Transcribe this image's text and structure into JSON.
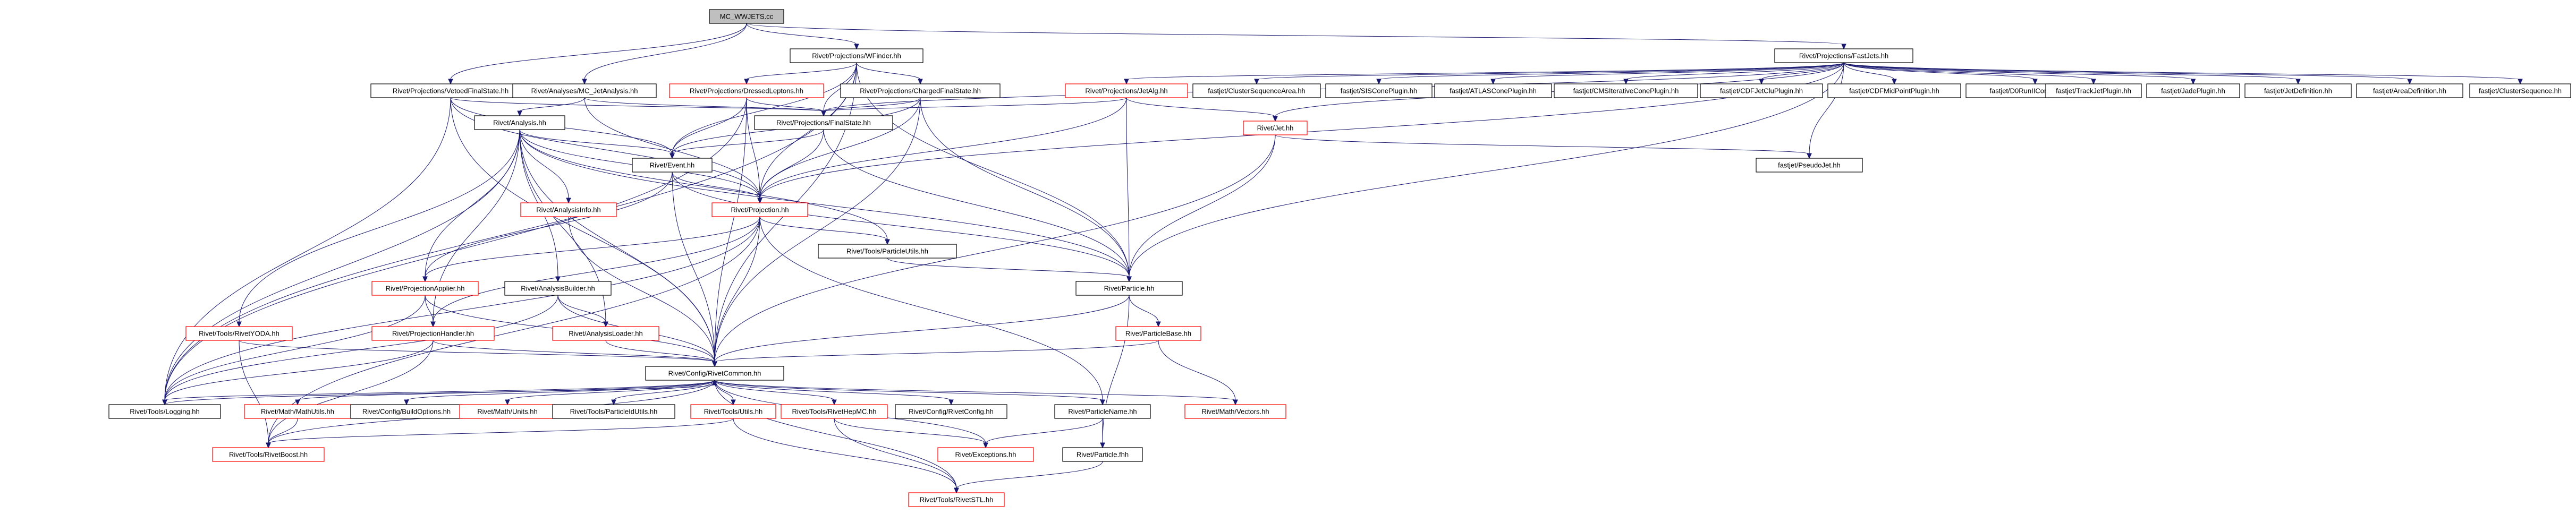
{
  "colors": {
    "edge": "#191970",
    "node_border": "#000000",
    "node_border_missing_doc": "#ff0000",
    "root_fill": "#bfbfbf"
  },
  "nodes": [
    {
      "id": "root",
      "label": "MC_WWJETS.cc",
      "style": "root"
    },
    {
      "id": "wfinder",
      "label": "Rivet/Projections/WFinder.hh",
      "style": "normal"
    },
    {
      "id": "fastjets",
      "label": "Rivet/Projections/FastJets.hh",
      "style": "normal"
    },
    {
      "id": "vetoed",
      "label": "Rivet/Projections/VetoedFinalState.hh",
      "style": "normal"
    },
    {
      "id": "mcjet",
      "label": "Rivet/Analyses/MC_JetAnalysis.hh",
      "style": "normal"
    },
    {
      "id": "dressed",
      "label": "Rivet/Projections/DressedLeptons.hh",
      "style": "red"
    },
    {
      "id": "chargedfs",
      "label": "Rivet/Projections/ChargedFinalState.hh",
      "style": "normal"
    },
    {
      "id": "jetalg",
      "label": "Rivet/Projections/JetAlg.hh",
      "style": "red"
    },
    {
      "id": "analysis",
      "label": "Rivet/Analysis.hh",
      "style": "normal"
    },
    {
      "id": "finalstate",
      "label": "Rivet/Projections/FinalState.hh",
      "style": "normal"
    },
    {
      "id": "event",
      "label": "Rivet/Event.hh",
      "style": "normal"
    },
    {
      "id": "analysisinfo",
      "label": "Rivet/AnalysisInfo.hh",
      "style": "red"
    },
    {
      "id": "projection",
      "label": "Rivet/Projection.hh",
      "style": "red"
    },
    {
      "id": "jet",
      "label": "Rivet/Jet.hh",
      "style": "red"
    },
    {
      "id": "pseudojet",
      "label": "fastjet/PseudoJet.hh",
      "style": "normal"
    },
    {
      "id": "particleutils",
      "label": "Rivet/Tools/ParticleUtils.hh",
      "style": "normal"
    },
    {
      "id": "particle",
      "label": "Rivet/Particle.hh",
      "style": "normal"
    },
    {
      "id": "particlebase",
      "label": "Rivet/ParticleBase.hh",
      "style": "red"
    },
    {
      "id": "projapplier",
      "label": "Rivet/ProjectionApplier.hh",
      "style": "red"
    },
    {
      "id": "analysisbuilder",
      "label": "Rivet/AnalysisBuilder.hh",
      "style": "normal"
    },
    {
      "id": "rivetyoda",
      "label": "Rivet/Tools/RivetYODA.hh",
      "style": "red"
    },
    {
      "id": "projhandler",
      "label": "Rivet/ProjectionHandler.hh",
      "style": "red"
    },
    {
      "id": "analysisloader",
      "label": "Rivet/AnalysisLoader.hh",
      "style": "red"
    },
    {
      "id": "rivetcommon",
      "label": "Rivet/Config/RivetCommon.hh",
      "style": "normal"
    },
    {
      "id": "logging",
      "label": "Rivet/Tools/Logging.hh",
      "style": "normal"
    },
    {
      "id": "mathutils",
      "label": "Rivet/Math/MathUtils.hh",
      "style": "red"
    },
    {
      "id": "buildoptions",
      "label": "Rivet/Config/BuildOptions.hh",
      "style": "normal"
    },
    {
      "id": "mathunits",
      "label": "Rivet/Math/Units.hh",
      "style": "red"
    },
    {
      "id": "particleidutils",
      "label": "Rivet/Tools/ParticleIdUtils.hh",
      "style": "normal"
    },
    {
      "id": "toolsutils",
      "label": "Rivet/Tools/Utils.hh",
      "style": "red"
    },
    {
      "id": "rivethepmc",
      "label": "Rivet/Tools/RivetHepMC.hh",
      "style": "red"
    },
    {
      "id": "rivetconfig",
      "label": "Rivet/Config/RivetConfig.hh",
      "style": "normal"
    },
    {
      "id": "particlename",
      "label": "Rivet/ParticleName.hh",
      "style": "normal"
    },
    {
      "id": "mathvectors",
      "label": "Rivet/Math/Vectors.hh",
      "style": "red"
    },
    {
      "id": "rivetboost",
      "label": "Rivet/Tools/RivetBoost.hh",
      "style": "red"
    },
    {
      "id": "exceptions",
      "label": "Rivet/Exceptions.hh",
      "style": "red"
    },
    {
      "id": "particlefhh",
      "label": "Rivet/Particle.fhh",
      "style": "normal"
    },
    {
      "id": "rivetstl",
      "label": "Rivet/Tools/RivetSTL.hh",
      "style": "red"
    },
    {
      "id": "clusterseqarea",
      "label": "fastjet/ClusterSequenceArea.hh",
      "style": "normal"
    },
    {
      "id": "siscone",
      "label": "fastjet/SISConePlugin.hh",
      "style": "normal"
    },
    {
      "id": "atlascone",
      "label": "fastjet/ATLASConePlugin.hh",
      "style": "normal"
    },
    {
      "id": "cmsiterative",
      "label": "fastjet/CMSIterativeConePlugin.hh",
      "style": "normal"
    },
    {
      "id": "cdfjetclu",
      "label": "fastjet/CDFJetCluPlugin.hh",
      "style": "normal"
    },
    {
      "id": "cdfmidpoint",
      "label": "fastjet/CDFMidPointPlugin.hh",
      "style": "normal"
    },
    {
      "id": "d0runii",
      "label": "fastjet/D0RunIIConePlugin.hh",
      "style": "normal"
    },
    {
      "id": "trackjet",
      "label": "fastjet/TrackJetPlugin.hh",
      "style": "normal"
    },
    {
      "id": "jade",
      "label": "fastjet/JadePlugin.hh",
      "style": "normal"
    },
    {
      "id": "jetdef",
      "label": "fastjet/JetDefinition.hh",
      "style": "normal"
    },
    {
      "id": "areadef",
      "label": "fastjet/AreaDefinition.hh",
      "style": "normal"
    },
    {
      "id": "clusterseq",
      "label": "fastjet/ClusterSequence.hh",
      "style": "normal"
    }
  ]
}
